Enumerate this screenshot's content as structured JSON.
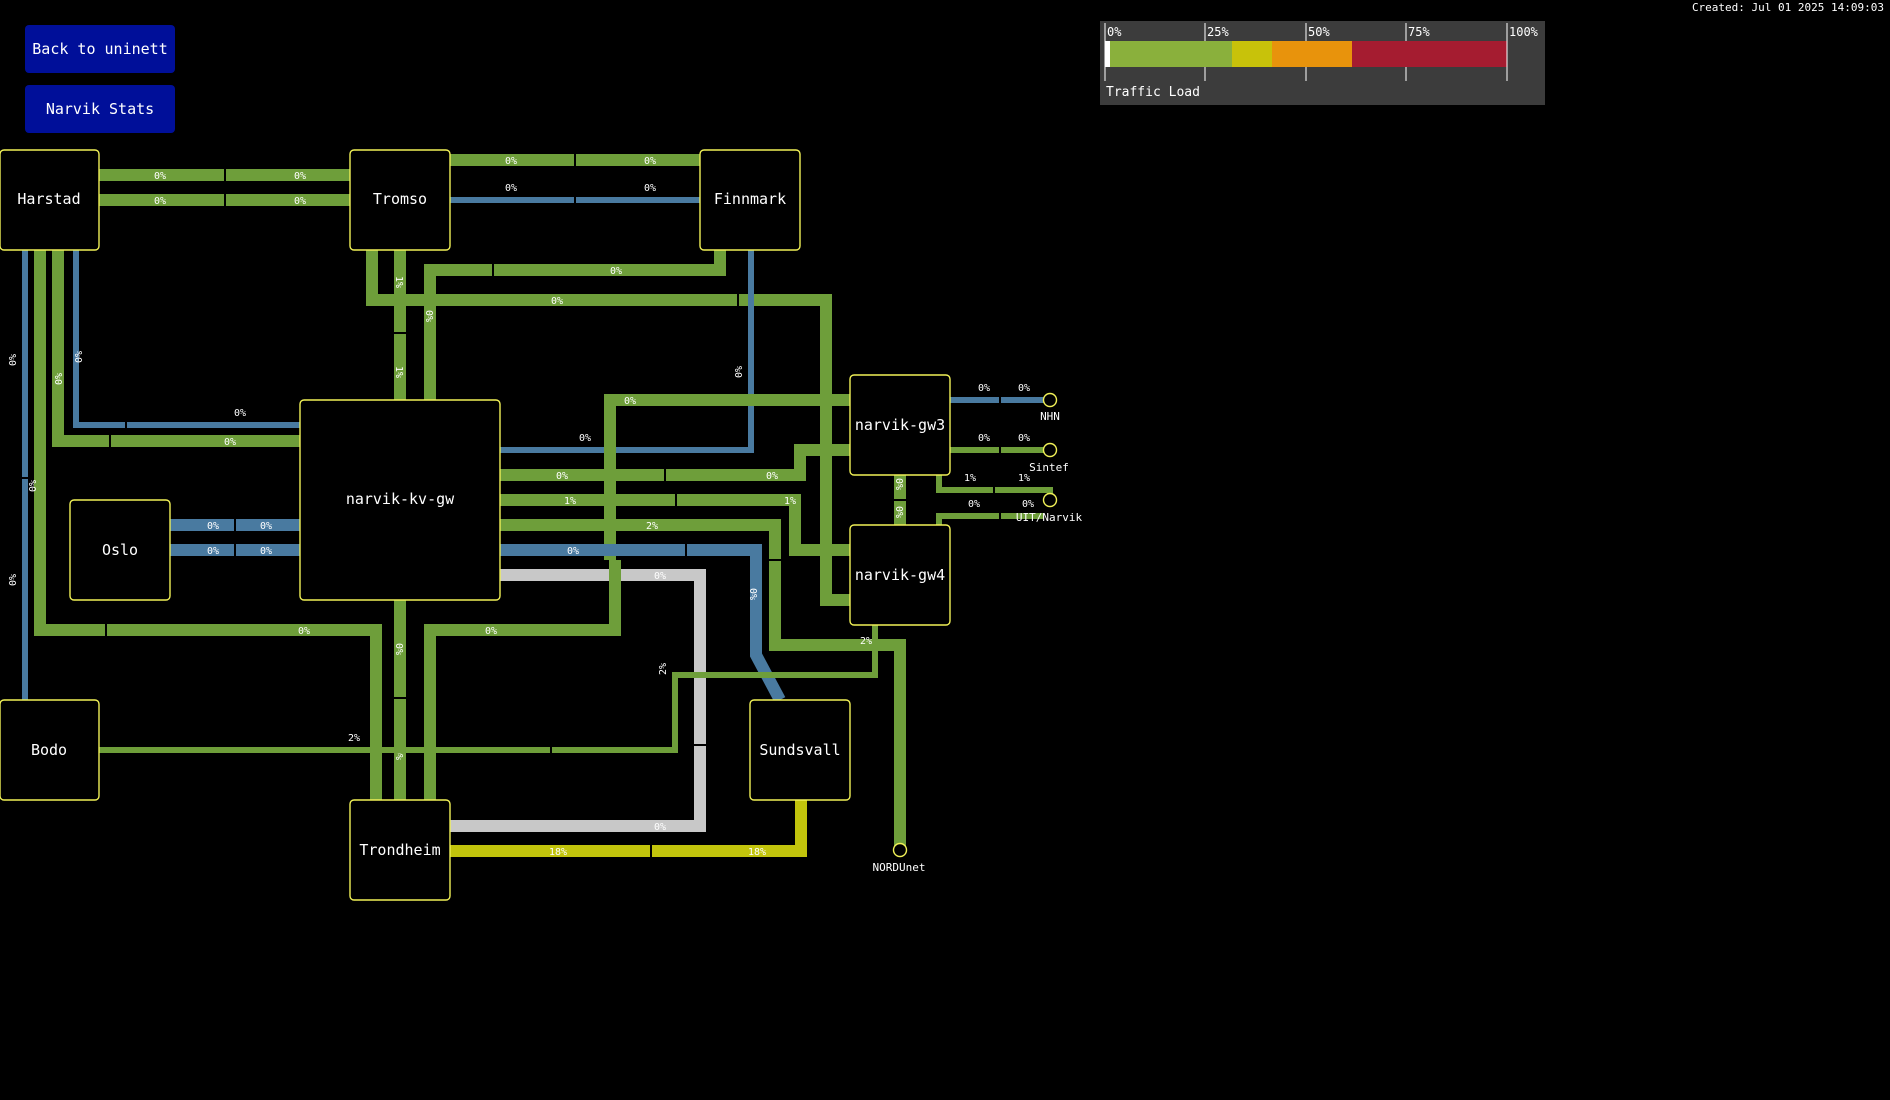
{
  "header": {
    "created": "Created: Jul 01 2025 14:09:03"
  },
  "buttons": {
    "back": "Back to uninett",
    "stats": "Narvik Stats"
  },
  "legend": {
    "ticks": [
      "0%",
      "25%",
      "50%",
      "75%",
      "100%"
    ],
    "title": "Traffic Load",
    "colors": [
      "#8ab03c",
      "#c8c20a",
      "#e8930c",
      "#a51c30"
    ]
  },
  "colors": {
    "green": "#6e9e3a",
    "blue": "#497aa0",
    "gray": "#c8c8c8",
    "yellow": "#c2c40c",
    "node_border": "#f1f157"
  },
  "nodes": {
    "harstad": "Harstad",
    "tromso": "Tromso",
    "finnmark": "Finnmark",
    "kvgw": "narvik-kv-gw",
    "oslo": "Oslo",
    "gw3": "narvik-gw3",
    "gw4": "narvik-gw4",
    "bodo": "Bodo",
    "sundsvall": "Sundsvall",
    "trondheim": "Trondheim"
  },
  "externals": {
    "nhn": "NHN",
    "sintef": "Sintef",
    "uit": "UIT/Narvik",
    "nordunet": "NORDUnet"
  },
  "links": {
    "harstad_tromso_a": [
      "0%",
      "0%"
    ],
    "harstad_tromso_b": [
      "0%",
      "0%"
    ],
    "tromso_finnmark_a": [
      "0%",
      "0%"
    ],
    "tromso_finnmark_b": [
      "0%",
      "0%"
    ],
    "finnmark_kvgw": "0%",
    "tromso_gw4": "0%",
    "tromso_kvgw": [
      "1%",
      "1%"
    ],
    "tromso_kvgw_b": "0%",
    "harstad_kvgw_blue": "0%",
    "harstad_kvgw_green": "0%",
    "harstad_bodo_blue": [
      "0%",
      "0%"
    ],
    "harstad_kvgw_blue_v": "0%",
    "harstad_kvgw_green_v": "0%",
    "harstad_trondheim": [
      "0%",
      "0%"
    ],
    "finnmark_gw3": "0%",
    "kvgw_gw3_blue": "0%",
    "kvgw_gw3_green": [
      "0%",
      "0%"
    ],
    "kvgw_gw4_green": [
      "1%",
      "1%"
    ],
    "kvgw_nordunet": "2%",
    "kvgw_sundsvall_blue": [
      "0%",
      "0%"
    ],
    "kvgw_trondheim_gray": [
      "0%",
      "0%"
    ],
    "kvgw_gw3_v": "0%",
    "kvgw_trondheim": [
      "0%",
      "0%"
    ],
    "kvgw_trondheim_b": "0%",
    "oslo_kvgw_a": [
      "0%",
      "0%"
    ],
    "oslo_kvgw_b": [
      "0%",
      "0%"
    ],
    "bodo_gw4": [
      "2%",
      "2%"
    ],
    "gw4_nordunet": "2%",
    "trondheim_sundsvall": [
      "18%",
      "18%"
    ],
    "gw3_gw4": [
      "0%",
      "0%"
    ],
    "gw3_nhn": [
      "0%",
      "0%"
    ],
    "gw3_sintef": [
      "0%",
      "0%"
    ],
    "gw3_uit": [
      "1%",
      "1%"
    ],
    "gw4_uit": [
      "0%",
      "0%"
    ]
  }
}
